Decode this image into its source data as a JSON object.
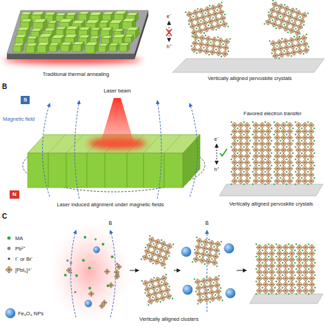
{
  "diagram": {
    "nodes": [
      {
        "text": [
          "S"
        ]
      },
      {
        "text": [
          "N"
        ]
      }
    ],
    "labels": [
      "Traditional thermal annealing",
      "Vertically alligned pervoskite crystals",
      "e⁻",
      "h⁺",
      "B",
      "Laser beam",
      "Magnetic field",
      "Laser induced alignment under magnetic fields",
      "Favored electron transfer",
      "Vertically alligned pervoskite crystals",
      "e⁻",
      "h⁺",
      "C",
      "B̄",
      "B̄",
      "Vertically alligned clusters"
    ],
    "legend": [
      {
        "text": "MA"
      },
      {
        "text": "Pb²⁺"
      },
      {
        "text": "I⁻ or Br⁻"
      },
      {
        "text": "[PbI₆]⁴⁻"
      },
      {
        "text": "Fe₃O₄ NPs"
      }
    ]
  }
}
